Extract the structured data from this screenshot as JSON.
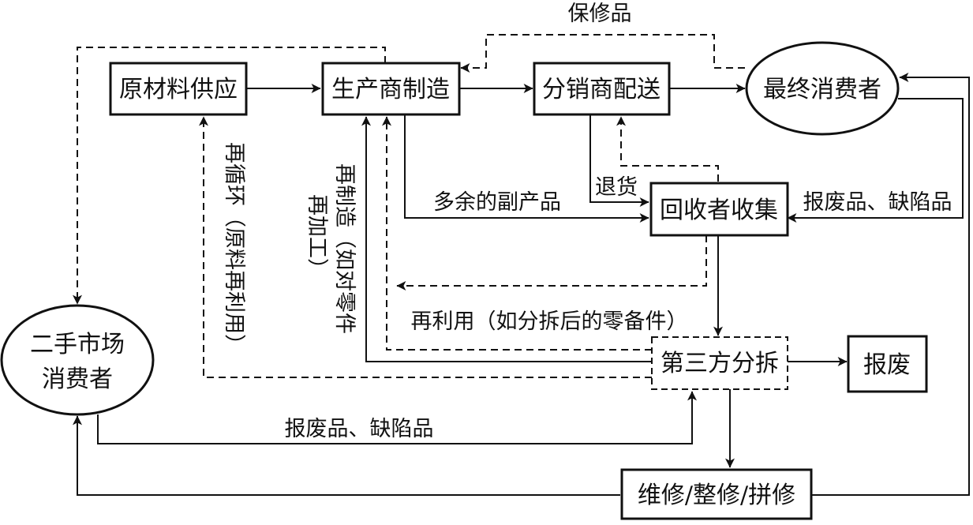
{
  "nodes": {
    "raw_material": "原材料供应",
    "manufacturer": "生产商制造",
    "distributor": "分销商配送",
    "consumer": "最终消费者",
    "collector": "回收者收集",
    "third_party": "第三方分拆",
    "scrap": "报废",
    "repair": "维修/整修/拼修",
    "second_hand_line1": "二手市场",
    "second_hand_line2": "消费者"
  },
  "labels": {
    "warranty": "保修品",
    "byproduct": "多余的副产品",
    "returns": "退货",
    "scrap_defect_right": "报废品、缺陷品",
    "reuse": "再利用（如分拆后的零备件）",
    "scrap_defect_bottom": "报废品、缺陷品",
    "recycle": "再循环（原料再利用）",
    "remanufacture_line1": "再制造（如对零件",
    "remanufacture_line2": "再加工）"
  }
}
